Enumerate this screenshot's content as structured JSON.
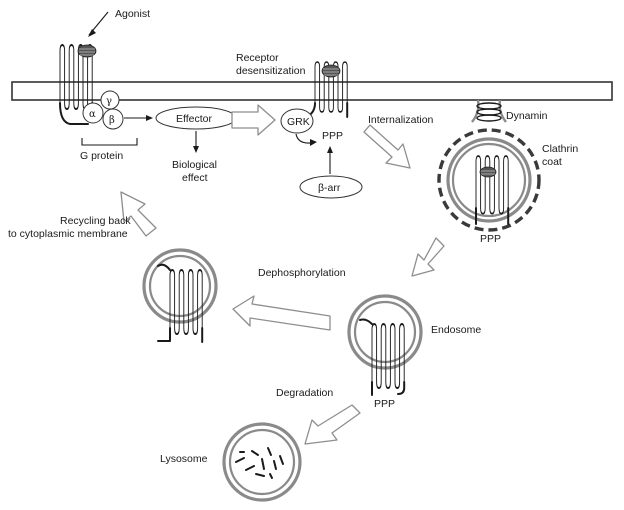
{
  "labels": {
    "agonist": "Agonist",
    "receptor_desensitization_line1": "Receptor",
    "receptor_desensitization_line2": "desensitization",
    "alpha": "α",
    "beta": "β",
    "gamma": "γ",
    "g_protein": "G protein",
    "effector": "Effector",
    "biological_effect_line1": "Biological",
    "biological_effect_line2": "effect",
    "grk": "GRK",
    "ppp_membrane": "PPP",
    "beta_arr": "β-arr",
    "internalization": "Internalization",
    "dynamin": "Dynamin",
    "clathrin_line1": "Clathrin",
    "clathrin_line2": "coat",
    "ppp_vesicle": "PPP",
    "recycling_line1": "Recycling back",
    "recycling_line2": "to cytoplasmic membrane",
    "dephosphorylation": "Dephosphorylation",
    "endosome": "Endosome",
    "ppp_endosome": "PPP",
    "degradation": "Degradation",
    "lysosome": "Lysosome"
  }
}
